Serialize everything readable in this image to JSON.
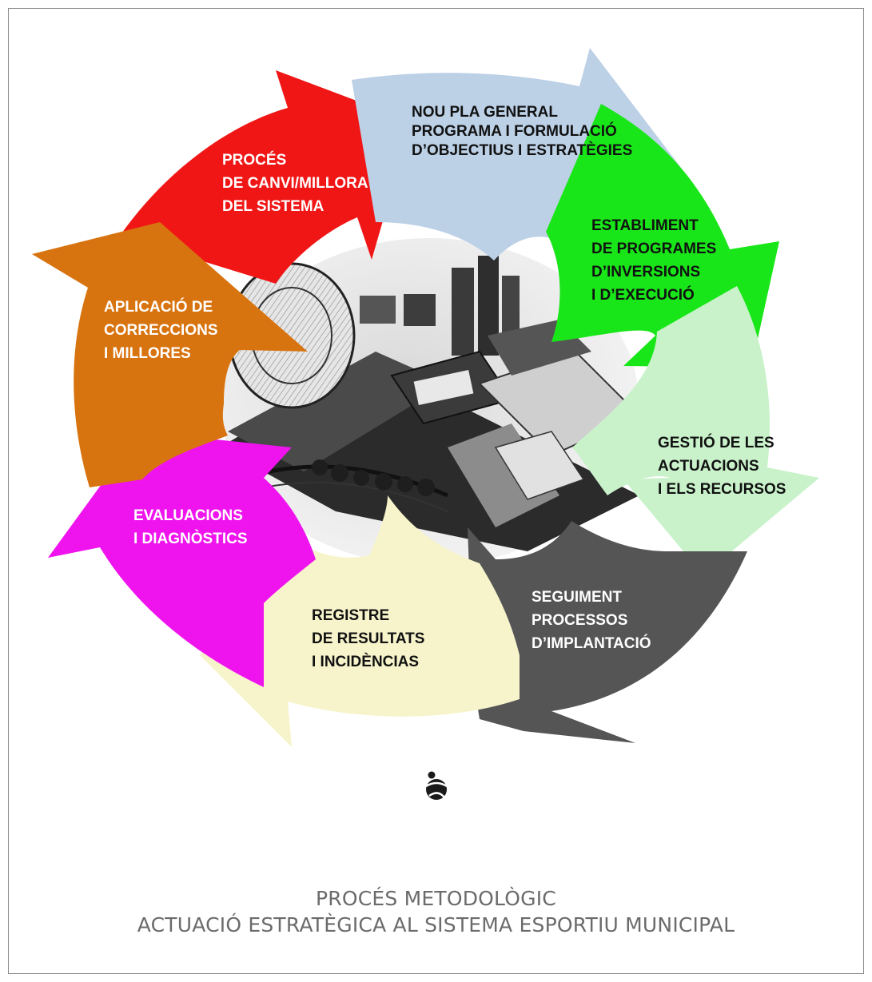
{
  "stages": [
    {
      "id": "nou-pla",
      "color": "#bcd0e6",
      "text_color": "#111111",
      "lines": [
        "NOU PLA GENERAL",
        "",
        "PROGRAMA I FORMULACIÓ",
        "D’OBJECTIUS I ESTRATÈGIES"
      ]
    },
    {
      "id": "establiment",
      "color": "#19e619",
      "text_color": "#111111",
      "lines": [
        "ESTABLIMENT",
        "DE PROGRAMES",
        "D’INVERSIONS",
        "I D’EXECUCIÓ"
      ]
    },
    {
      "id": "gestio",
      "color": "#c9f2cb",
      "text_color": "#111111",
      "lines": [
        "GESTIÓ DE LES",
        "ACTUACIONS",
        "I ELS RECURSOS"
      ]
    },
    {
      "id": "seguiment",
      "color": "#555555",
      "text_color": "#ffffff",
      "lines": [
        "SEGUIMENT",
        "PROCESSOS",
        "D’IMPLANTACIÓ"
      ]
    },
    {
      "id": "registre",
      "color": "#f7f4cc",
      "text_color": "#111111",
      "lines": [
        "REGISTRE",
        "DE RESULTATS",
        "I INCIDÈNCIAS"
      ]
    },
    {
      "id": "evaluacions",
      "color": "#ef14ee",
      "text_color": "#ffffff",
      "lines": [
        "EVALUACIONS",
        "I DIAGNÒSTICS"
      ]
    },
    {
      "id": "aplicacio",
      "color": "#d8740f",
      "text_color": "#ffffff",
      "lines": [
        "APLICACIÓ DE",
        "CORRECCIONS",
        "I MILLORES"
      ]
    },
    {
      "id": "proces",
      "color": "#f01616",
      "text_color": "#ffffff",
      "lines": [
        "PROCÉS",
        "DE CANVI/MILLORA",
        "DEL SISTEMA"
      ]
    }
  ],
  "caption": {
    "line1": "PROCÉS METODOLÒGIC",
    "line2": "ACTUACIÓ ESTRATÈGICA AL SISTEMA ESPORTIU MUNICIPAL"
  }
}
